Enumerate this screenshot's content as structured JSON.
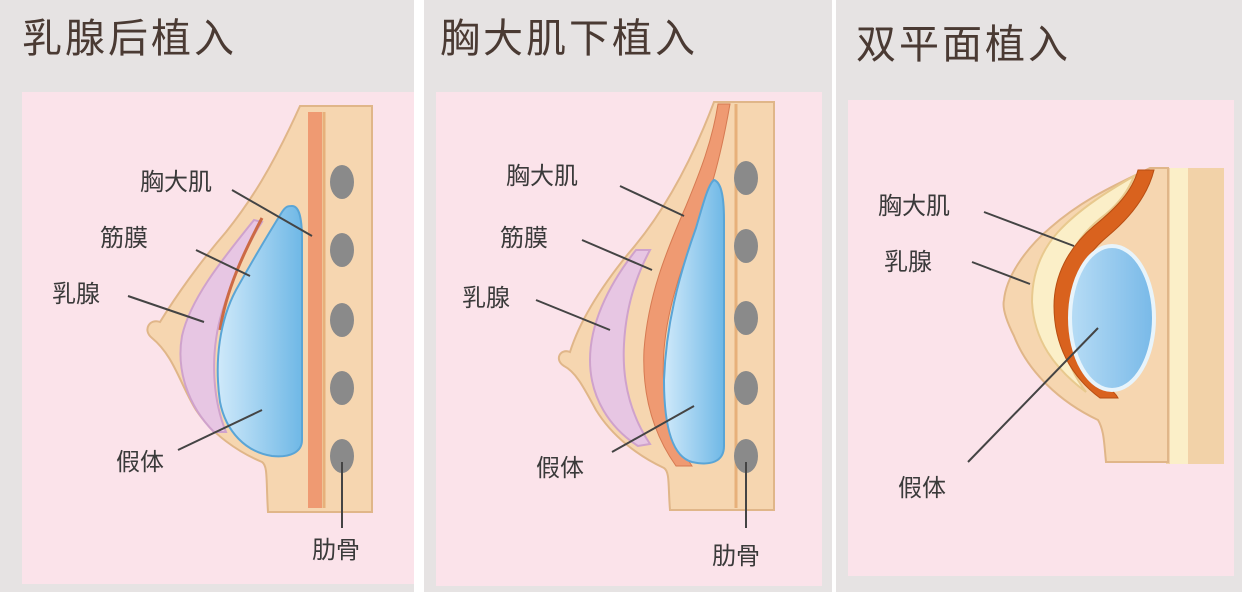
{
  "panels": [
    {
      "title": "乳腺后植入",
      "labels": {
        "muscle": "胸大肌",
        "fascia": "筋膜",
        "gland": "乳腺",
        "implant": "假体",
        "rib": "肋骨"
      }
    },
    {
      "title": "胸大肌下植入",
      "labels": {
        "muscle": "胸大肌",
        "fascia": "筋膜",
        "gland": "乳腺",
        "implant": "假体",
        "rib": "肋骨"
      }
    },
    {
      "title": "双平面植入",
      "labels": {
        "muscle": "胸大肌",
        "gland": "乳腺",
        "implant": "假体"
      }
    }
  ],
  "colors": {
    "background": "#fbe3ea",
    "skin": "#f6d6b0",
    "gland": "#e7c6e3",
    "muscle": "#ef9a72",
    "muscle_dark": "#d9621e",
    "implant": "#8cc8ec",
    "rib": "#8a8a8a"
  }
}
